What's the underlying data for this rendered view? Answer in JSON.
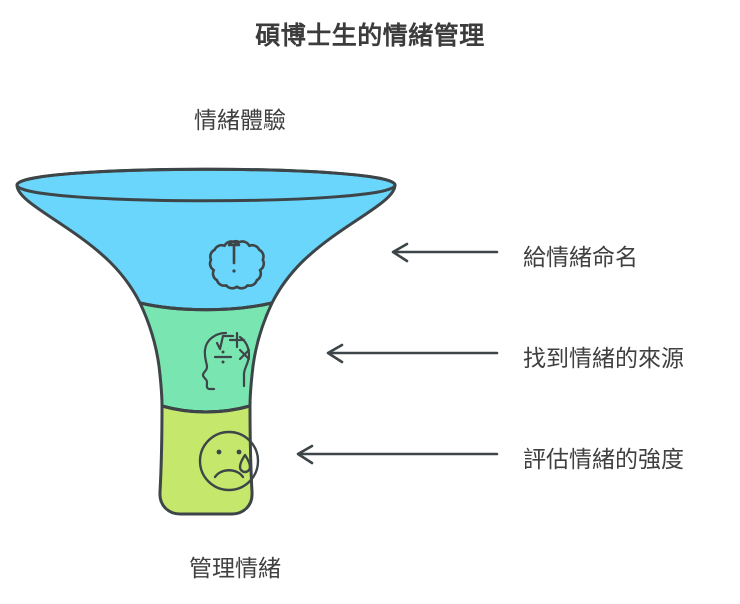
{
  "page": {
    "background": "#ffffff",
    "title": "碩博士生的情緒管理"
  },
  "diagram": {
    "type": "funnel",
    "top_label": "情緒體驗",
    "bottom_label": "管理情緒",
    "outline_color": "#3d4548",
    "stages": [
      {
        "id": "stage-naming",
        "color": "#6BD6FB",
        "icon": "exclamation-badge-icon",
        "callout": "給情緒命名"
      },
      {
        "id": "stage-source",
        "color": "#79E5B0",
        "icon": "head-math-icon",
        "callout": "找到情緒的來源"
      },
      {
        "id": "stage-intensity",
        "color": "#C5E86C",
        "icon": "crying-face-icon",
        "callout": "評估情緒的強度"
      }
    ]
  }
}
